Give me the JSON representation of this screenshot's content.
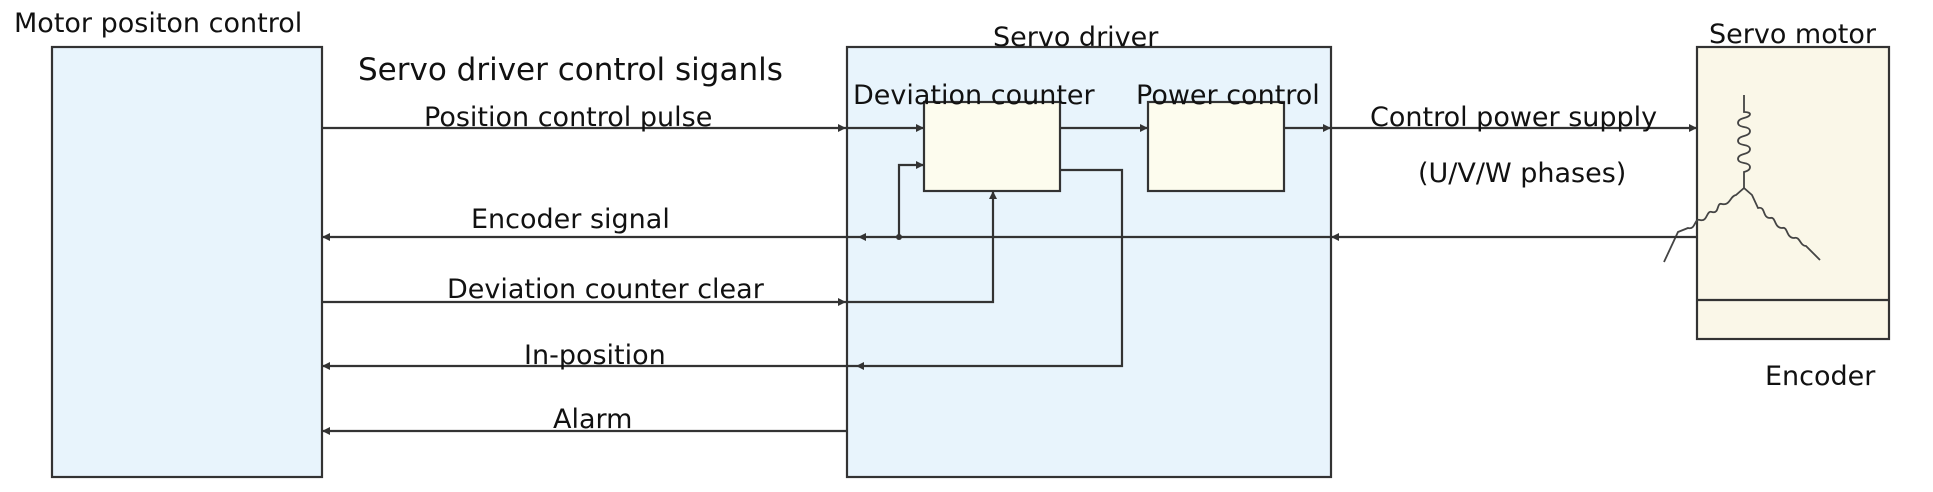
{
  "colors": {
    "controller_fill": "#e8f4fc",
    "driver_fill": "#e8f4fc",
    "block_fill": "#fdfcee",
    "motor_fill": "#faf7e8",
    "line": "#333333",
    "text": "#111111"
  },
  "controller": {
    "label": "Motor positon control"
  },
  "heading": {
    "label": "Servo driver control siganls"
  },
  "driver": {
    "label": "Servo driver",
    "deviation_counter": "Deviation counter",
    "power_control": "Power control"
  },
  "motor": {
    "label": "Servo motor",
    "encoder_label": "Encoder",
    "winding_icon": "three-phase-winding-icon"
  },
  "signals": {
    "position_control_pulse": "Position control pulse",
    "encoder_signal": "Encoder signal",
    "deviation_counter_clear": "Deviation counter clear",
    "in_position": "In-position",
    "alarm": "Alarm",
    "control_power_supply": "Control power supply",
    "uvw_phases": "(U/V/W phases)"
  }
}
